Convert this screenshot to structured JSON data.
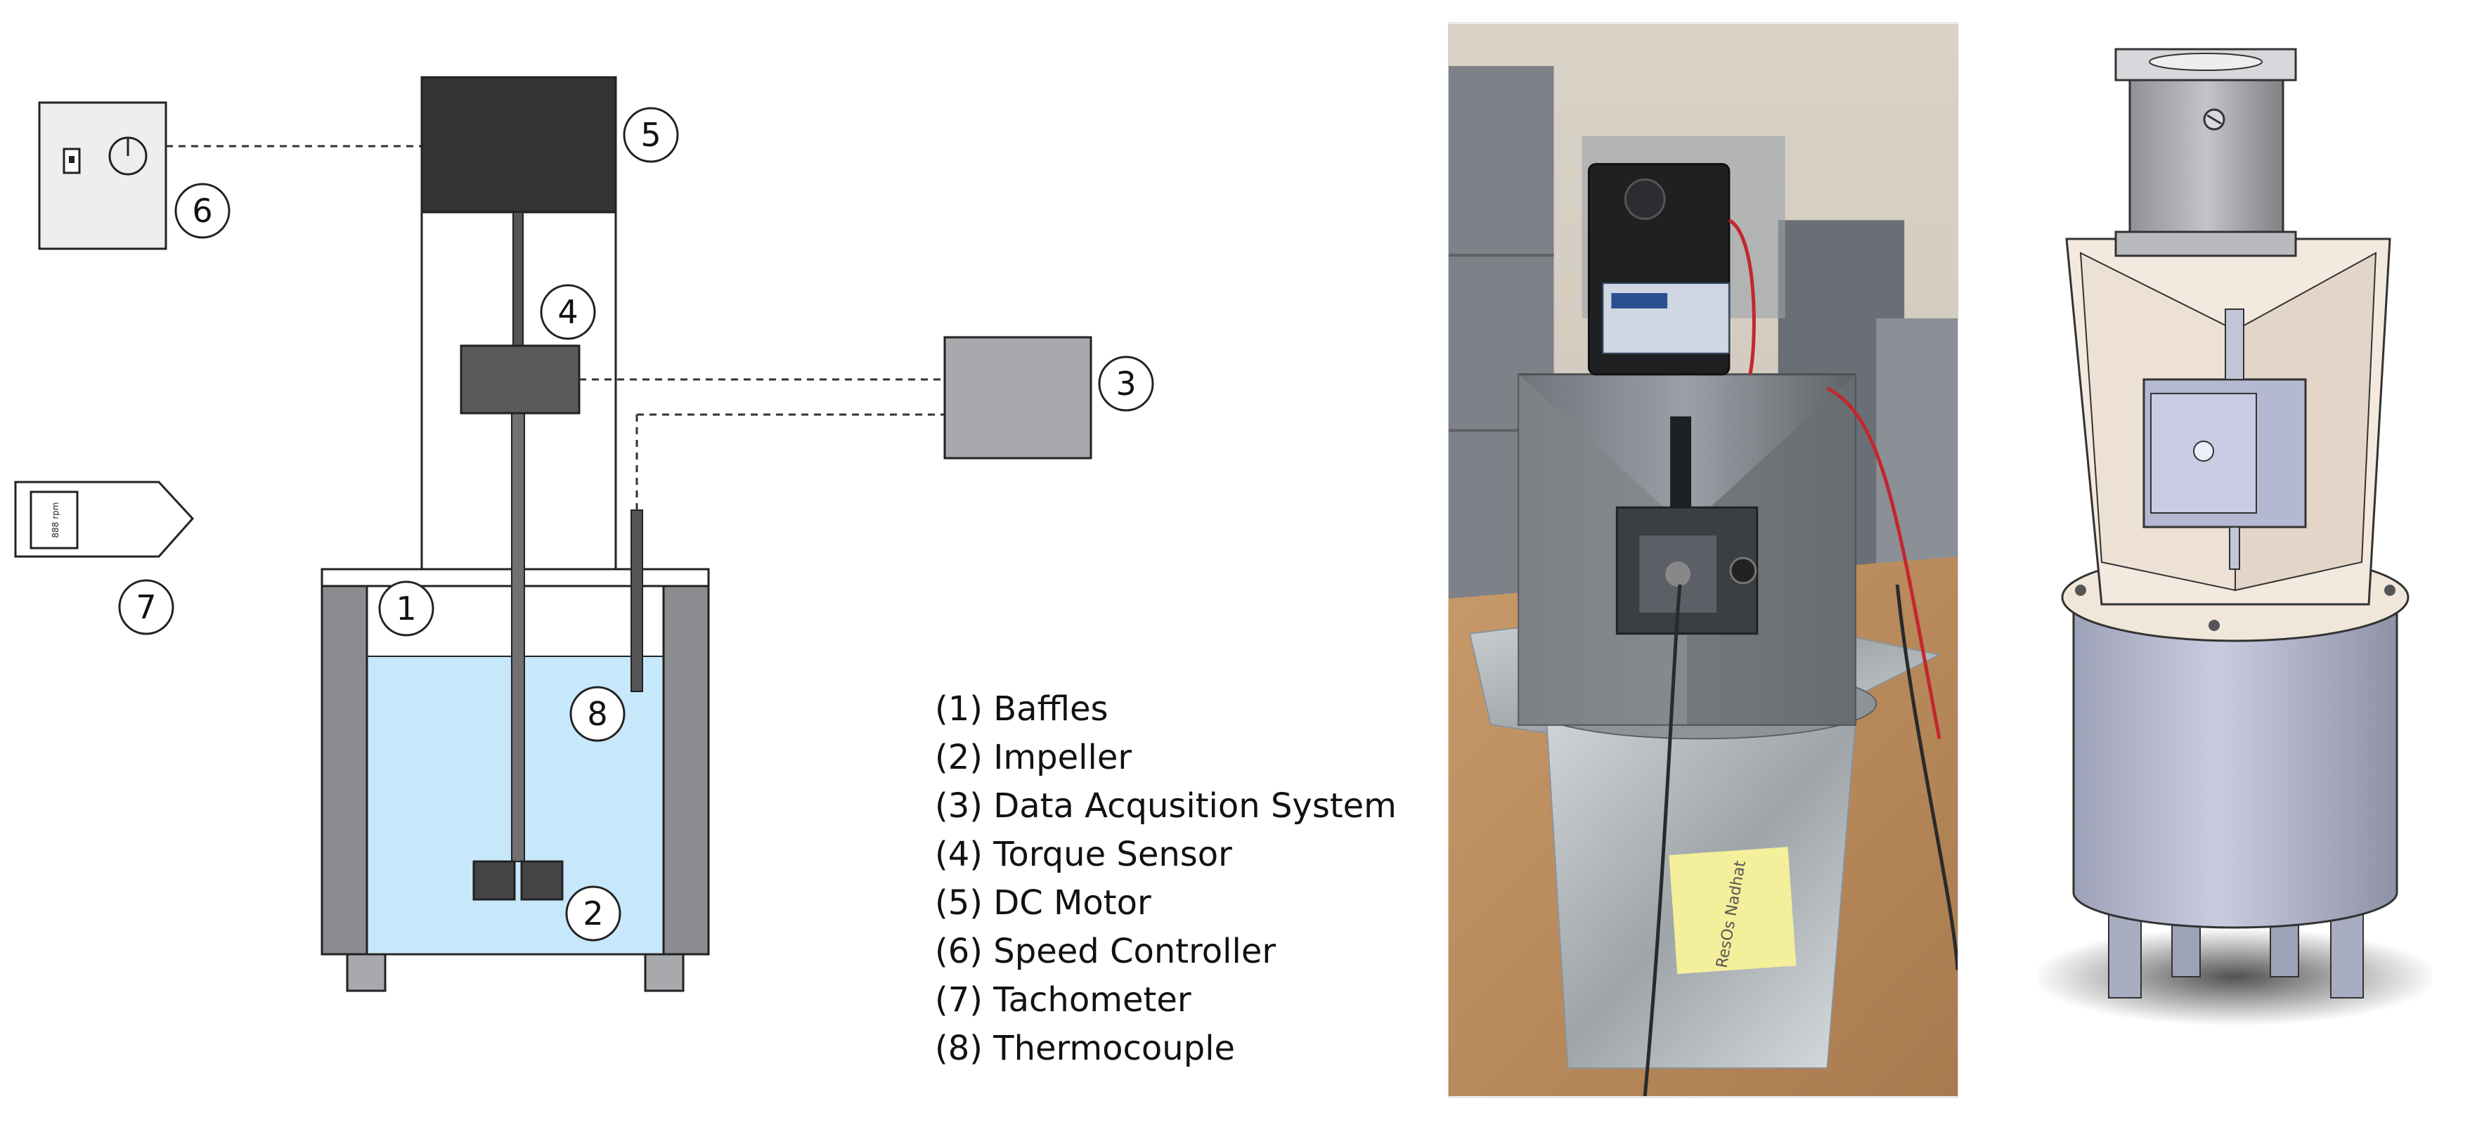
{
  "callouts": {
    "c1": "1",
    "c2": "2",
    "c3": "3",
    "c4": "4",
    "c5": "5",
    "c6": "6",
    "c7": "7",
    "c8": "8"
  },
  "tachometer": {
    "display_text": "888 rpm"
  },
  "legend": {
    "items": [
      "(1) Baffles",
      "(2) Impeller",
      "(3) Data Acqusition System",
      "(4) Torque Sensor",
      "(5) DC Motor",
      "(6) Speed Controller",
      "(7) Tachometer",
      "(8) Thermocouple"
    ]
  },
  "photo": {
    "label_text": "ResOs Nadhat"
  },
  "colors": {
    "motor": "#333333",
    "torque_sensor": "#5a5a5a",
    "daq": "#a7a9ac",
    "water": "#c6e8fa",
    "baffle": "#8a8c8f",
    "leg": "#a7a9ac",
    "outline": "#222222"
  }
}
